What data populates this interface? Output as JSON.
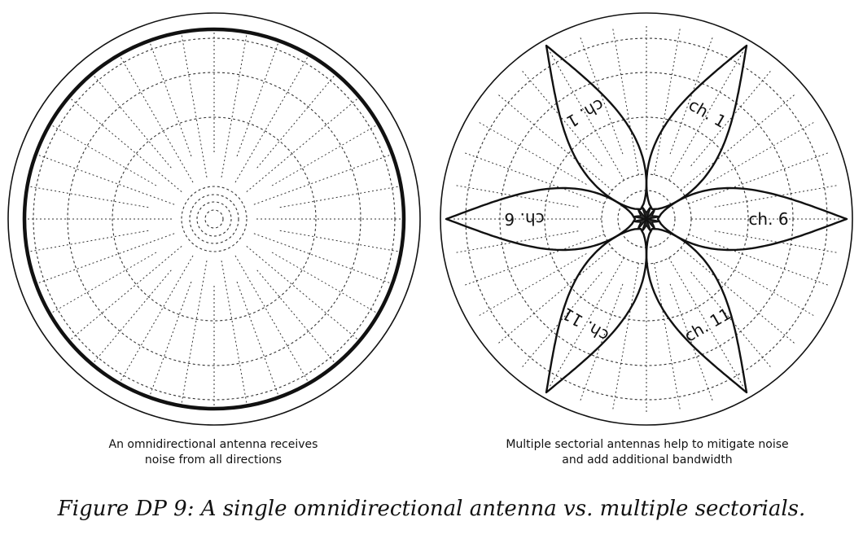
{
  "left_diagram": {
    "caption_line1": "An omnidirectional antenna receives",
    "caption_line2": "noise from all directions"
  },
  "right_diagram": {
    "caption_line1": "Multiple sectorial antennas help to mitigate noise",
    "caption_line2": "and add additional bandwidth",
    "lobes": [
      {
        "label": "ch. 6"
      },
      {
        "label": "ch. 1"
      },
      {
        "label": "ch. 11"
      },
      {
        "label": "ch. 6"
      },
      {
        "label": "ch. 1"
      },
      {
        "label": "ch. 11"
      }
    ]
  },
  "figure_title": "Figure DP 9: A single omnidirectional antenna vs. multiple sectorials."
}
